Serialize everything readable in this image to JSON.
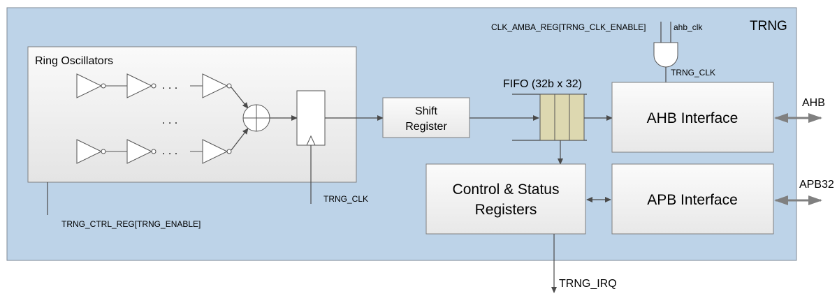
{
  "trng": {
    "title": "TRNG",
    "ring_oscillators": {
      "title": "Ring Oscillators",
      "dots_h_top": ". . .",
      "dots_h_bottom": ". . .",
      "dots_v": ". . ."
    },
    "shift_register": {
      "line1": "Shift",
      "line2": "Register"
    },
    "fifo": {
      "label": "FIFO (32b x 32)"
    },
    "ahb_interface": {
      "label": "AHB Interface"
    },
    "apb_interface": {
      "label": "APB Interface"
    },
    "control_status": {
      "line1": "Control & Status",
      "line2": "Registers"
    },
    "signals": {
      "clk_amba": "CLK_AMBA_REG[TRNG_CLK_ENABLE]",
      "ahb_clk": "ahb_clk",
      "trng_clk_top": "TRNG_CLK",
      "trng_clk_ff": "TRNG_CLK",
      "trng_ctrl": "TRNG_CTRL_REG[TRNG_ENABLE]",
      "ahb": "AHB",
      "apb32": "APB32",
      "trng_irq": "TRNG_IRQ"
    }
  },
  "colors": {
    "outer_fill": "#bdd3e8",
    "block_fill": "#f2f2f2",
    "fifo_fill": "#ddd8b0",
    "thick_arrow": "#808080"
  }
}
